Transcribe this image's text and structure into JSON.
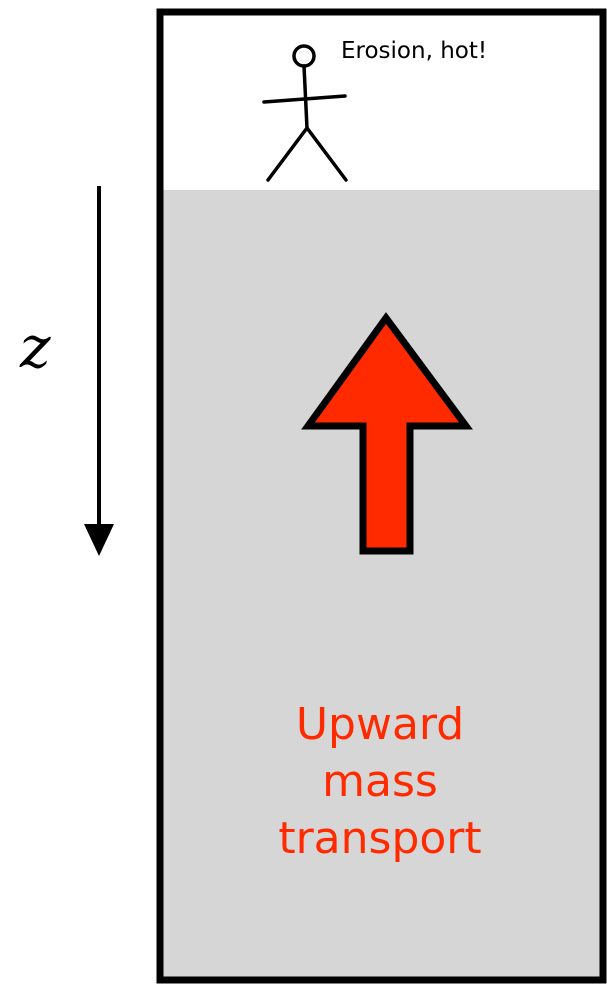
{
  "caption": "Erosion, hot!",
  "axis": {
    "label": "z"
  },
  "transport": {
    "lines": [
      "Upward",
      "mass",
      "transport"
    ]
  },
  "colors": {
    "surface_layer": "#ffffff",
    "subsurface": "#d6d6d6",
    "arrow_fill": "#ff2a00",
    "outline": "#000000",
    "label_text": "#ff2a00"
  },
  "icons": {
    "person": "stick-figure-icon",
    "depth_axis": "down-arrow-icon",
    "flow": "up-arrow-icon"
  }
}
